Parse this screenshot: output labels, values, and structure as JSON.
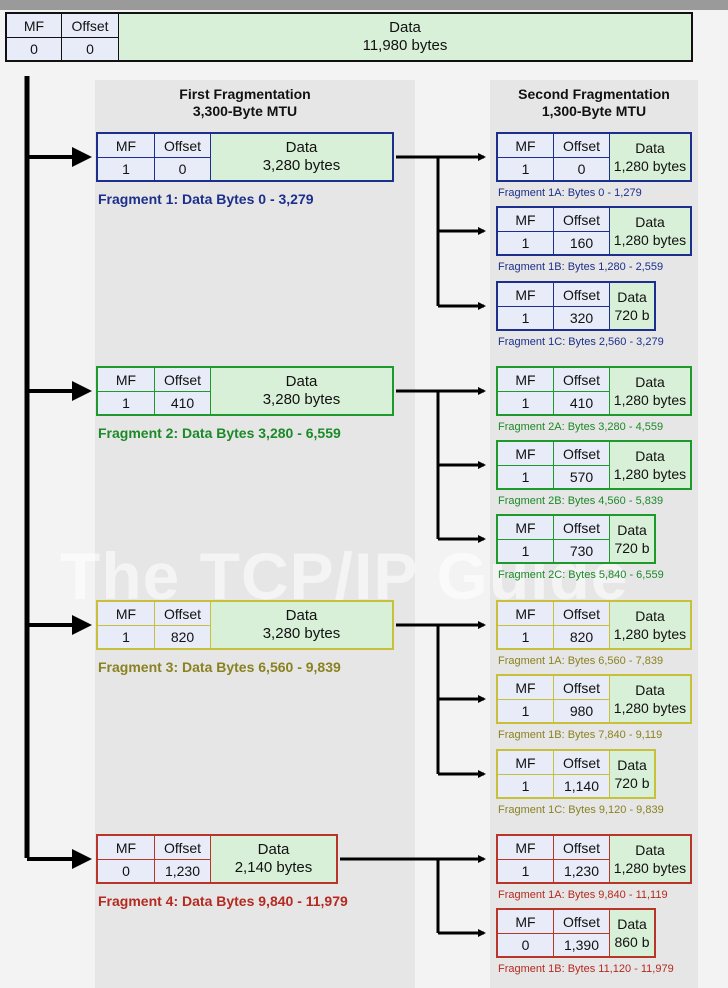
{
  "watermark": "The TCP/IP Guide",
  "original": {
    "mf_label": "MF",
    "offset_label": "Offset",
    "mf": "0",
    "offset": "0",
    "data_label": "Data",
    "data_size": "11,980 bytes"
  },
  "first": {
    "title": "First Fragmentation",
    "subtitle": "3,300-Byte MTU"
  },
  "second": {
    "title": "Second Fragmentation",
    "subtitle": "1,300-Byte MTU"
  },
  "labels": {
    "mf": "MF",
    "offset": "Offset",
    "data": "Data"
  },
  "colors": {
    "blue": "#1c2f8c",
    "green": "#1e9a2d",
    "olive": "#c8c03a",
    "red": "#b8352a"
  },
  "fragments": [
    {
      "mf": "1",
      "offset": "0",
      "data": "3,280 bytes",
      "caption": "Fragment 1: Data Bytes 0 - 3,279",
      "subs": [
        {
          "mf": "1",
          "offset": "0",
          "data": "1,280 bytes",
          "caption": "Fragment 1A: Bytes 0 - 1,279"
        },
        {
          "mf": "1",
          "offset": "160",
          "data": "1,280 bytes",
          "caption": "Fragment 1B: Bytes 1,280 - 2,559"
        },
        {
          "mf": "1",
          "offset": "320",
          "data": "720 b",
          "caption": "Fragment 1C: Bytes 2,560 - 3,279"
        }
      ]
    },
    {
      "mf": "1",
      "offset": "410",
      "data": "3,280 bytes",
      "caption": "Fragment 2: Data Bytes 3,280 - 6,559",
      "subs": [
        {
          "mf": "1",
          "offset": "410",
          "data": "1,280 bytes",
          "caption": "Fragment 2A: Bytes 3,280 - 4,559"
        },
        {
          "mf": "1",
          "offset": "570",
          "data": "1,280 bytes",
          "caption": "Fragment 2B: Bytes 4,560 - 5,839"
        },
        {
          "mf": "1",
          "offset": "730",
          "data": "720 b",
          "caption": "Fragment 2C: Bytes 5,840 - 6,559"
        }
      ]
    },
    {
      "mf": "1",
      "offset": "820",
      "data": "3,280 bytes",
      "caption": "Fragment 3: Data Bytes 6,560 - 9,839",
      "subs": [
        {
          "mf": "1",
          "offset": "820",
          "data": "1,280 bytes",
          "caption": "Fragment 1A: Bytes 6,560 - 7,839"
        },
        {
          "mf": "1",
          "offset": "980",
          "data": "1,280 bytes",
          "caption": "Fragment 1B: Bytes 7,840 - 9,119"
        },
        {
          "mf": "1",
          "offset": "1,140",
          "data": "720 b",
          "caption": "Fragment 1C: Bytes 9,120 - 9,839"
        }
      ]
    },
    {
      "mf": "0",
      "offset": "1,230",
      "data": "2,140 bytes",
      "caption": "Fragment 4: Data Bytes 9,840 - 11,979",
      "subs": [
        {
          "mf": "1",
          "offset": "1,230",
          "data": "1,280 bytes",
          "caption": "Fragment 1A: Bytes 9,840 - 11,119"
        },
        {
          "mf": "0",
          "offset": "1,390",
          "data": "860 b",
          "caption": "Fragment 1B: Bytes 11,120 - 11,979"
        }
      ]
    }
  ]
}
